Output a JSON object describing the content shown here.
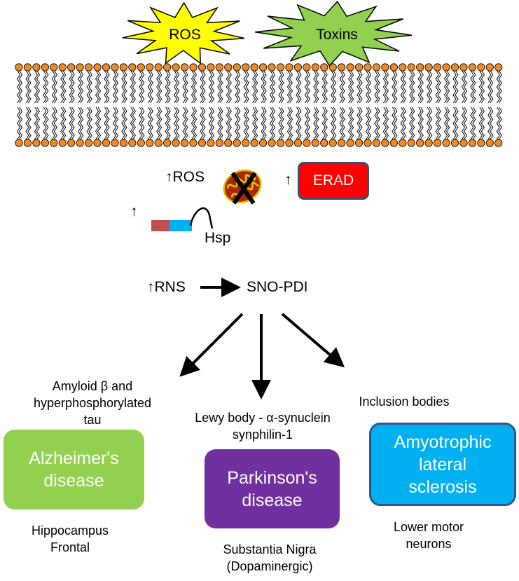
{
  "stressors": {
    "ros_burst": {
      "label": "ROS",
      "color": "#ffff00"
    },
    "toxins_burst": {
      "label": "Toxins",
      "color": "#92d050"
    }
  },
  "membrane": {
    "head_color": "#f08a24",
    "tail_color": "#000000"
  },
  "upper": {
    "ros_up": "↑ROS",
    "mitochondrion": {
      "color": "#a52a0a",
      "cross_icon": "x-mark-icon"
    },
    "erad_arrow": "↑",
    "erad": {
      "label": "ERAD",
      "color": "#ff0000",
      "border": "#2f4f7f"
    },
    "hsp_arrow": "↑",
    "hsp": {
      "label": "Hsp",
      "colors": [
        "#c0504d",
        "#00b0f0"
      ]
    },
    "rns": "↑RNS",
    "sno_pdi": "SNO-PDI"
  },
  "diseases": [
    {
      "id": "alzheimers",
      "pathology": [
        "Amyloid β and",
        "hyperphosphorylated",
        "tau"
      ],
      "name": [
        "Alzheimer's",
        "disease"
      ],
      "regions": [
        "Hippocampus",
        "Frontal"
      ],
      "color": "#92d050"
    },
    {
      "id": "parkinsons",
      "pathology": [
        "Lewy body - α-synuclein",
        "synphilin-1"
      ],
      "name": [
        "Parkinson's",
        "disease"
      ],
      "regions": [
        "Substantia Nigra",
        "(Dopaminergic)"
      ],
      "color": "#7030a0"
    },
    {
      "id": "als",
      "pathology": [
        "Inclusion bodies"
      ],
      "name": [
        "Amyotrophic",
        "lateral",
        "sclerosis"
      ],
      "regions": [
        "Lower motor",
        "neurons"
      ],
      "color": "#00b0f0",
      "border": "#2f5597"
    }
  ]
}
